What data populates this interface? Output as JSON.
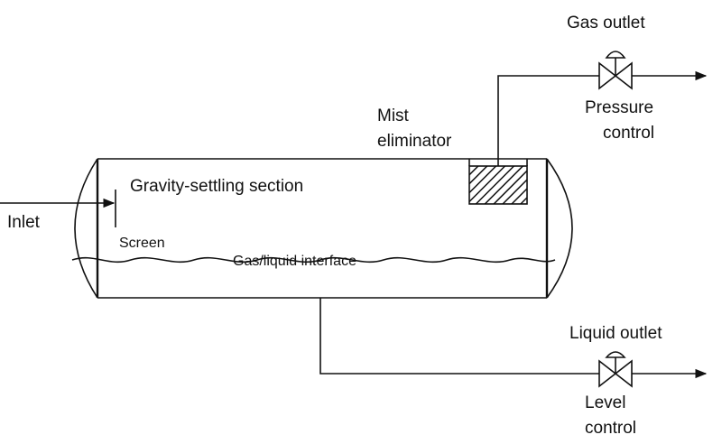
{
  "labels": {
    "inlet": "Inlet",
    "gas_outlet": "Gas outlet",
    "mist_line1": "Mist",
    "mist_line2": "eliminator",
    "pressure_line1": "Pressure",
    "pressure_line2": "control",
    "gravity_section": "Gravity-settling section",
    "screen": "Screen",
    "interface": "Gas/liquid interface",
    "liquid_outlet": "Liquid outlet",
    "level_line1": "Level",
    "level_line2": "control"
  },
  "colors": {
    "line": "#111111",
    "background": "#ffffff"
  },
  "icons": {
    "valve": "control-valve-icon",
    "mist_eliminator": "hatched-pad-icon"
  }
}
